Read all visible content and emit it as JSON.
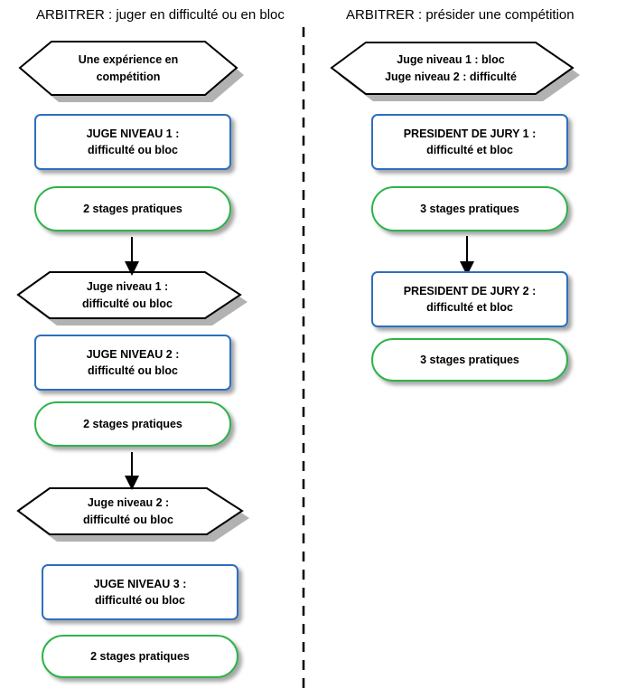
{
  "left": {
    "heading": "ARBITRER : juger en difficulté ou en bloc",
    "hex1": [
      "Une expérience en",
      "compétition"
    ],
    "box1": [
      "JUGE NIVEAU 1 :",
      "difficulté ou bloc"
    ],
    "pill1": "2 stages pratiques",
    "hex2": [
      "Juge niveau 1 :",
      "difficulté ou bloc"
    ],
    "box2": [
      "JUGE NIVEAU 2 :",
      "difficulté ou bloc"
    ],
    "pill2": "2 stages pratiques",
    "hex3": [
      "Juge niveau 2 :",
      "difficulté ou bloc"
    ],
    "box3": [
      "JUGE NIVEAU 3 :",
      "difficulté ou bloc"
    ],
    "pill3": "2 stages pratiques"
  },
  "right": {
    "heading": "ARBITRER : présider une compétition",
    "hex1": [
      "Juge niveau 1 : bloc",
      "Juge niveau 2 : difficulté"
    ],
    "box1": [
      "PRESIDENT DE JURY 1 :",
      "difficulté et bloc"
    ],
    "pill1": "3 stages pratiques",
    "box2": [
      "PRESIDENT DE JURY 2 :",
      "difficulté et bloc"
    ],
    "pill2": "3 stages pratiques"
  },
  "colors": {
    "box_border": "#2e6fc0",
    "pill_border": "#2db34a",
    "hex_border": "#000000",
    "divider": "#000000"
  }
}
